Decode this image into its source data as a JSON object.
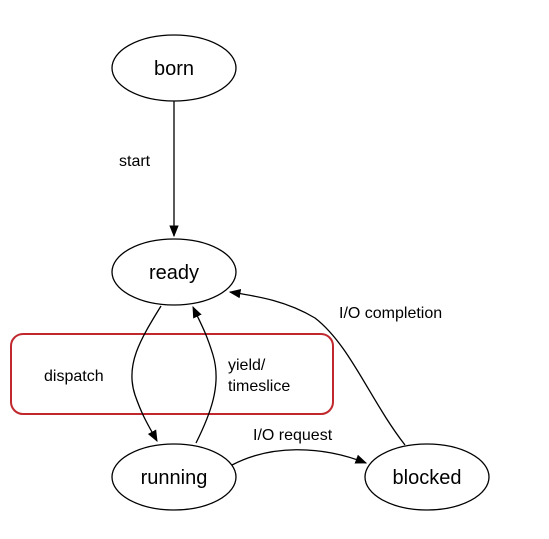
{
  "diagram": {
    "nodes": {
      "born": "born",
      "ready": "ready",
      "running": "running",
      "blocked": "blocked"
    },
    "edges": {
      "start": "start",
      "dispatch": "dispatch",
      "yield_line1": "yield/",
      "yield_line2": "timeslice",
      "io_request": "I/O request",
      "io_completion": "I/O completion"
    },
    "highlight_color": "#c0282d",
    "stroke_color": "#000000"
  }
}
